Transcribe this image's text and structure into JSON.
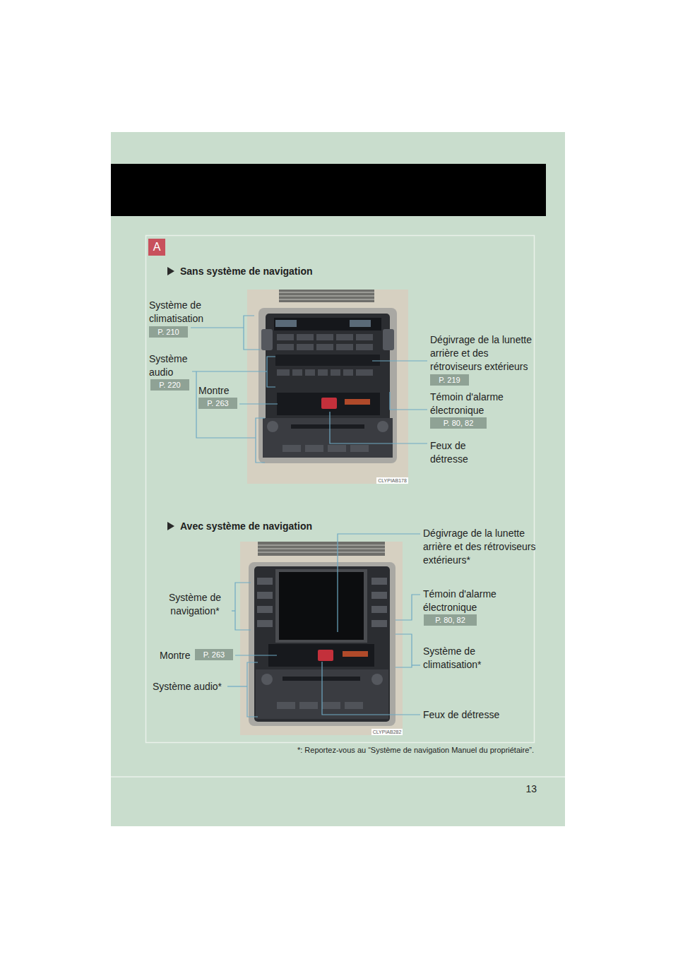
{
  "diagram": {
    "nodes": [
      {
        "text": [
          "A"
        ]
      },
      {
        "text": [
          "P. 210"
        ]
      },
      {
        "text": [
          "P. 220"
        ]
      },
      {
        "text": [
          "P. 263"
        ]
      },
      {
        "text": [
          "P. 219"
        ]
      },
      {
        "text": [
          "P. 80, 82"
        ]
      },
      {
        "text": [
          "P. 80, 82"
        ]
      },
      {
        "text": [
          "P. 263"
        ]
      }
    ],
    "labels": [
      "Sans système de navigation",
      "Système de climatisation",
      "Système audio",
      "Montre",
      "Dégivrage de la lunette arrière et des rétroviseurs extérieurs",
      "Témoin d'alarme électronique",
      "Feux de détresse",
      "CLYPIAB178",
      "Avec système de navigation",
      "Dégivrage de la lunette arrière et des rétroviseurs extérieurs*",
      "Système de navigation*",
      "Témoin d'alarme électronique",
      "Montre",
      "Système de climatisation*",
      "Système audio*",
      "Feux de détresse",
      "CLYPIAB282",
      "*: Reportez-vous au “Système de navigation Manuel du propriétaire”.",
      "13"
    ]
  }
}
